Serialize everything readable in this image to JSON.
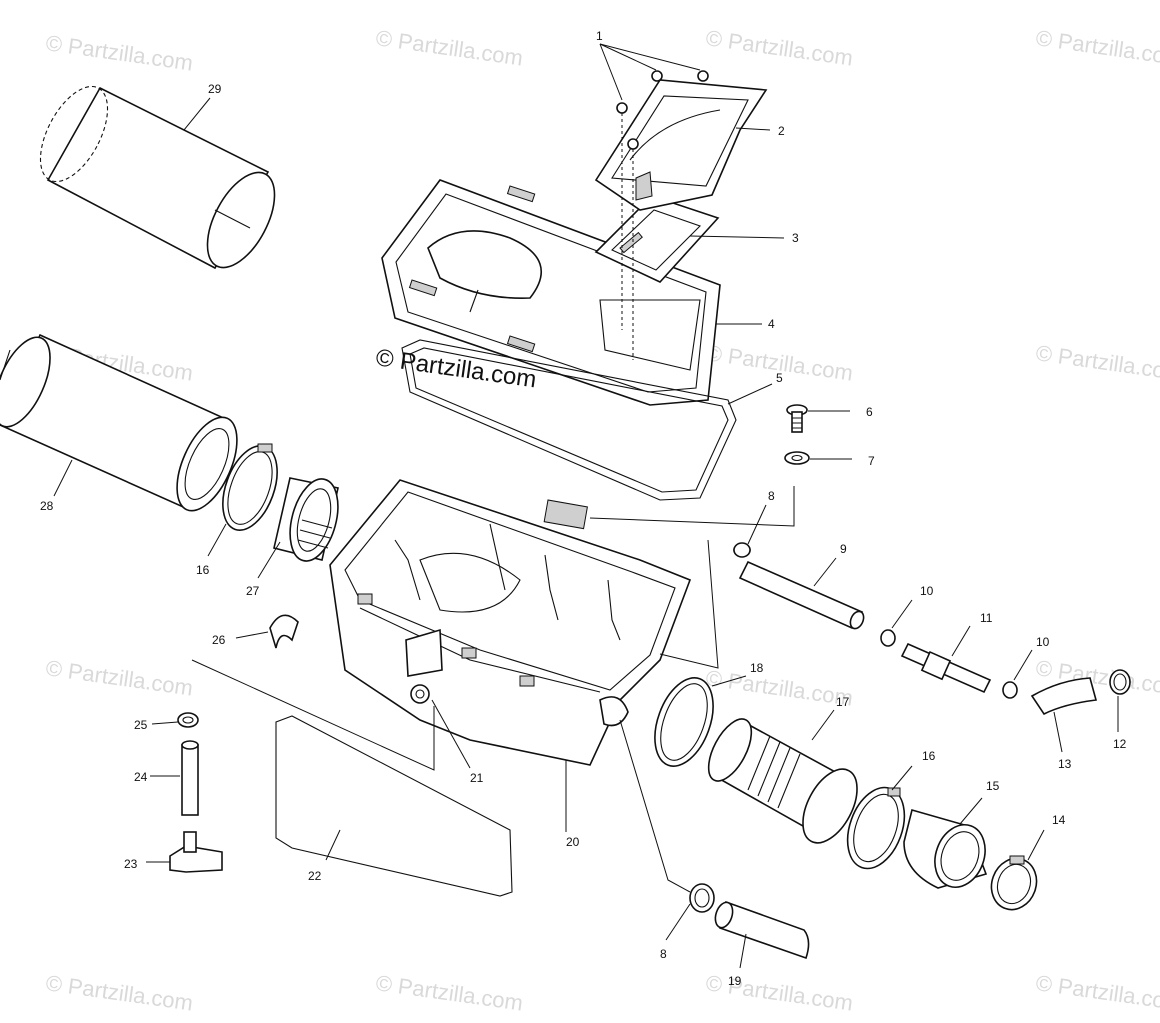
{
  "diagram": {
    "background": "#ffffff",
    "line_color": "#111111",
    "watermark_color": "#d9d9d9",
    "watermark_text": "© Partzilla.com",
    "center_watermark_text": "© Partzilla.com",
    "callouts": [
      {
        "id": "c1",
        "label": "1"
      },
      {
        "id": "c2",
        "label": "2"
      },
      {
        "id": "c3",
        "label": "3"
      },
      {
        "id": "c4",
        "label": "4"
      },
      {
        "id": "c5",
        "label": "5"
      },
      {
        "id": "c6",
        "label": "6"
      },
      {
        "id": "c7",
        "label": "7"
      },
      {
        "id": "c8a",
        "label": "8"
      },
      {
        "id": "c8b",
        "label": "8"
      },
      {
        "id": "c9",
        "label": "9"
      },
      {
        "id": "c10a",
        "label": "10"
      },
      {
        "id": "c10b",
        "label": "10"
      },
      {
        "id": "c11",
        "label": "11"
      },
      {
        "id": "c12",
        "label": "12"
      },
      {
        "id": "c13",
        "label": "13"
      },
      {
        "id": "c14",
        "label": "14"
      },
      {
        "id": "c15",
        "label": "15"
      },
      {
        "id": "c16a",
        "label": "16"
      },
      {
        "id": "c16b",
        "label": "16"
      },
      {
        "id": "c17",
        "label": "17"
      },
      {
        "id": "c18",
        "label": "18"
      },
      {
        "id": "c19",
        "label": "19"
      },
      {
        "id": "c20",
        "label": "20"
      },
      {
        "id": "c21",
        "label": "21"
      },
      {
        "id": "c22",
        "label": "22"
      },
      {
        "id": "c23",
        "label": "23"
      },
      {
        "id": "c24",
        "label": "24"
      },
      {
        "id": "c25",
        "label": "25"
      },
      {
        "id": "c26",
        "label": "26"
      },
      {
        "id": "c27",
        "label": "27"
      },
      {
        "id": "c28",
        "label": "28"
      },
      {
        "id": "c29",
        "label": "29"
      }
    ]
  }
}
